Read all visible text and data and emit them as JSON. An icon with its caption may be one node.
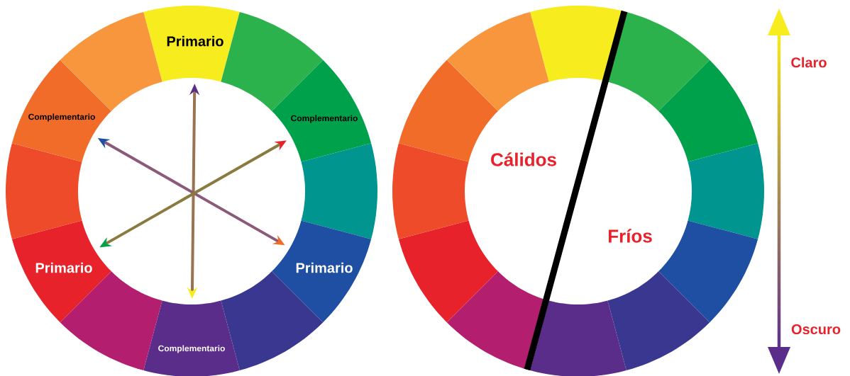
{
  "diagram": {
    "nodes": [
      {
        "text": [
          "Primario"
        ]
      },
      {
        "text": [],
        "shape": "sector"
      },
      {
        "text": [
          "Complementario"
        ]
      },
      {
        "text": [],
        "shape": "sector"
      },
      {
        "text": [
          "Primario"
        ]
      },
      {
        "text": [],
        "shape": "sector"
      },
      {
        "text": [
          "Complementario"
        ]
      },
      {
        "text": [],
        "shape": "sector"
      },
      {
        "text": [
          "Primario"
        ]
      },
      {
        "text": [],
        "shape": "sector"
      },
      {
        "text": [
          "Complementario"
        ]
      },
      {
        "text": [],
        "shape": "sector"
      }
    ],
    "edges": [
      {
        "from": 0,
        "to": 6,
        "arrow": "both",
        "color": "#9a7350"
      },
      {
        "from": 10,
        "to": 4,
        "arrow": "both",
        "color": "#8a5a78"
      },
      {
        "from": 2,
        "to": 8,
        "arrow": "both",
        "color": "#8a7a40"
      }
    ],
    "labels": [
      "Cálidos",
      "Fríos",
      "Claro",
      "Oscuro"
    ]
  }
}
